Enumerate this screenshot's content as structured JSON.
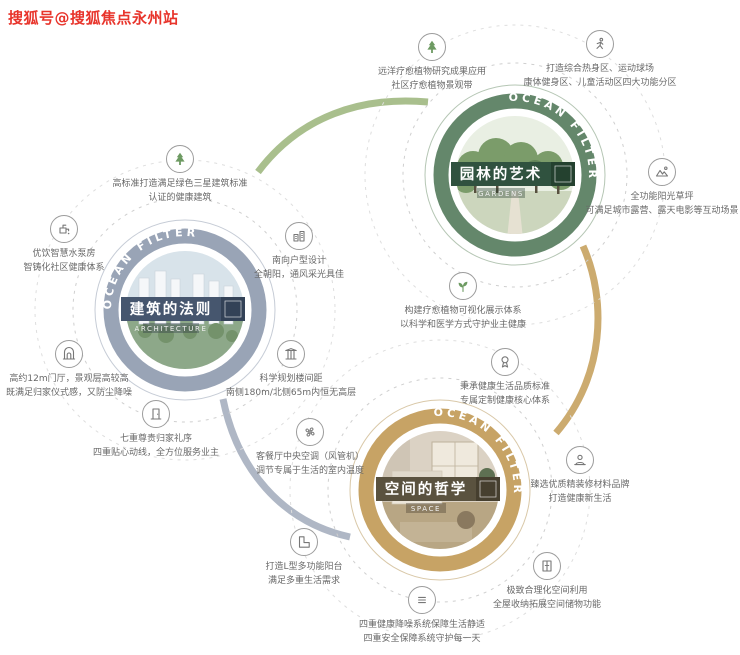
{
  "watermark": "搜狐号@搜狐焦点永州站",
  "ring_text": "OCEAN FILTER",
  "colors": {
    "architecture_ring": "#99a4b6",
    "garden_ring": "#64876b",
    "space_ring": "#c7a365",
    "connector_green": "#a9bf8d",
    "connector_gold": "#ccab6f",
    "connector_slate": "#afb7c5",
    "watermark_red": "#e8342b"
  },
  "hubs": {
    "architecture": {
      "title": "建筑的法则",
      "subtitle": "ARCHITECTURE"
    },
    "garden": {
      "title": "园林的艺术",
      "subtitle": "GARDENS"
    },
    "space": {
      "title": "空间的哲学",
      "subtitle": "SPACE"
    }
  },
  "annotations": {
    "green_building": {
      "icon": "tree-icon",
      "line1": "高标准打造满足绿色三星建筑标准",
      "line2": "认证的健康建筑"
    },
    "smart_pump": {
      "icon": "pump-icon",
      "line1": "优饮智慧水泵房",
      "line2": "智铸化社区健康体系"
    },
    "south_layout": {
      "icon": "building-icon",
      "line1": "南向户型设计",
      "line2": "全朝阳，通风采光具佳"
    },
    "grand_hall": {
      "icon": "gate-icon",
      "line1": "高约12m门厅，景观层高较高",
      "line2": "既满足归家仪式感，又防尘降噪"
    },
    "arrival": {
      "icon": "door-icon",
      "line1": "七重尊贵归家礼序",
      "line2": "四重贴心动线，全方位服务业主"
    },
    "spacing": {
      "icon": "pillars-icon",
      "line1": "科学规划楼间距",
      "line2": "南侧180m/北侧65m内恒无高层"
    },
    "healing_research": {
      "icon": "tree-icon",
      "line1": "远洋疗愈植物研究成果应用",
      "line2": "社区疗愈植物景观带"
    },
    "sport_zones": {
      "icon": "runner-icon",
      "line1": "打造综合热身区、运动球场",
      "line2": "康体健身区、儿童活动区四大功能分区"
    },
    "sun_lawn": {
      "icon": "mountain-icon",
      "line1": "全功能阳光草坪",
      "line2": "可满足城市露营、露天电影等互动场景"
    },
    "healing_display": {
      "icon": "plant-icon",
      "line1": "构建疗愈植物可视化展示体系",
      "line2": "以科学和医学方式守护业主健康"
    },
    "quality": {
      "icon": "medal-icon",
      "line1": "秉承健康生活品质标准",
      "line2": "专属定制健康核心体系"
    },
    "hvac": {
      "icon": "fan-icon",
      "line1": "客餐厅中央空调（风管机）",
      "line2": "调节专属于生活的室内温度"
    },
    "materials": {
      "icon": "hand-icon",
      "line1": "臻选优质精装修材料品牌",
      "line2": "打造健康新生活"
    },
    "storage": {
      "icon": "wardrobe-icon",
      "line1": "极致合理化空间利用",
      "line2": "全屋收纳拓展空间储物功能"
    },
    "balcony": {
      "icon": "balcony-icon",
      "line1": "打造L型多功能阳台",
      "line2": "满足多重生活需求"
    },
    "safety": {
      "icon": "list-icon",
      "line1": "四重健康降噪系统保障生活静适",
      "line2": "四重安全保障系统守护每一天"
    }
  }
}
